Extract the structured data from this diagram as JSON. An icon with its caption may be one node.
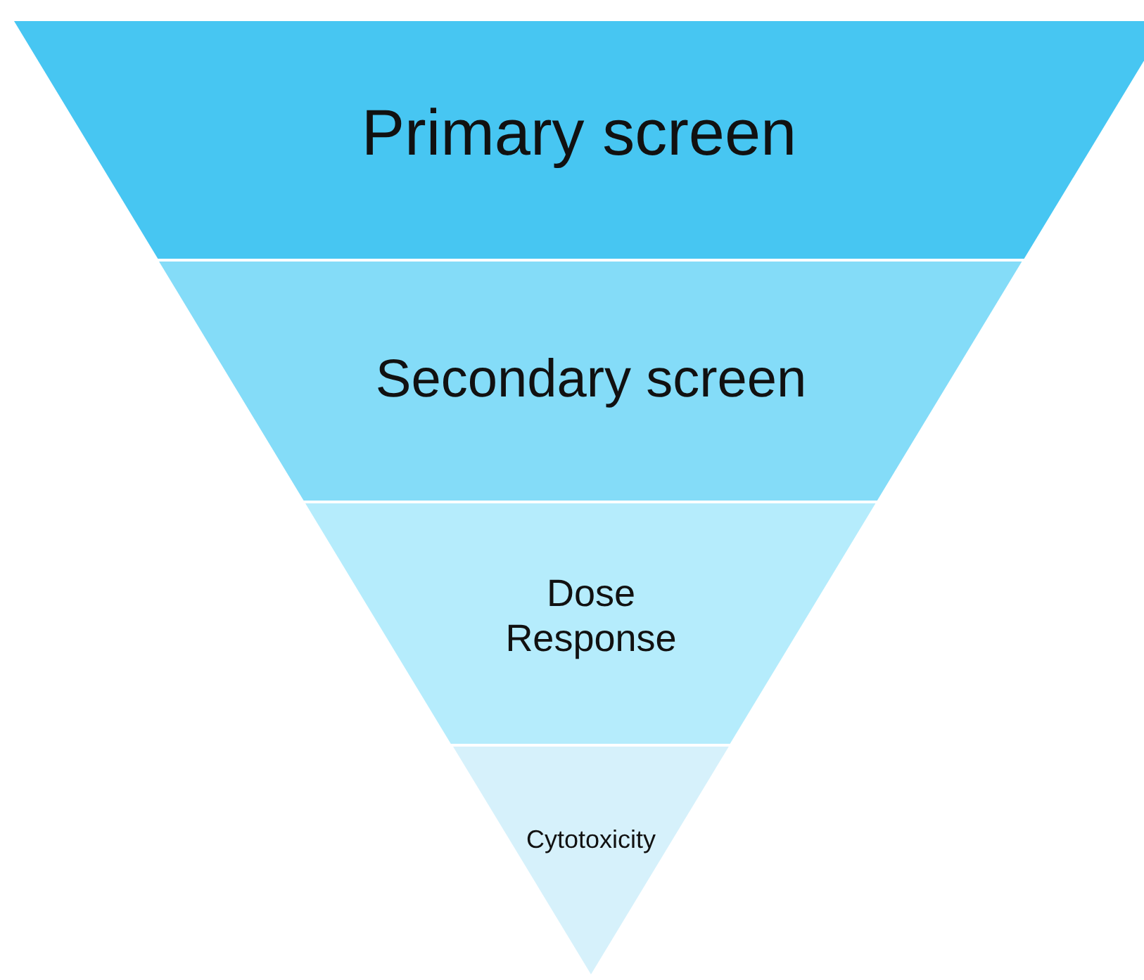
{
  "diagram": {
    "nodes": [
      {
        "text": [
          "Primary screen"
        ]
      },
      {
        "text": [
          "Secondary screen"
        ]
      },
      {
        "text": [
          "Dose Response"
        ]
      },
      {
        "text": [
          "Cytotoxicity"
        ]
      }
    ]
  }
}
